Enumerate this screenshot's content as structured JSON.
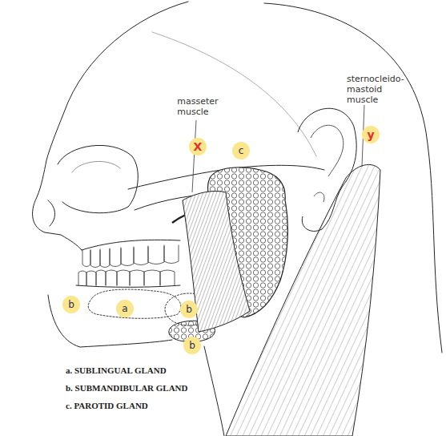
{
  "diagram": {
    "labels": [
      "masseter muscle",
      "sternocleido- mastoid muscle",
      "X",
      "c",
      "y",
      "b",
      "a",
      "b",
      "b",
      "a. SUBLINGUAL GLAND",
      "b. SUBMANDIBULAR GLAND",
      "c. PAROTID GLAND"
    ]
  }
}
